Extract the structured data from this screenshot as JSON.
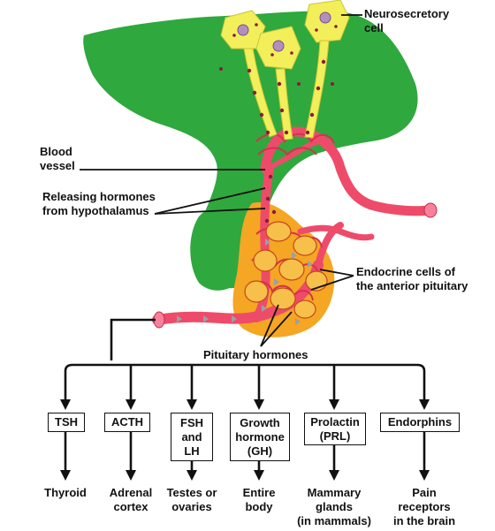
{
  "labels": {
    "neurosecretory_cell": "Neurosecretory\ncell",
    "blood_vessel": "Blood\nvessel",
    "releasing_hormones": "Releasing hormones\nfrom hypothalamus",
    "endocrine_cells": "Endocrine cells of\nthe anterior pituitary",
    "pituitary_hormones": "Pituitary hormones"
  },
  "hormones": [
    {
      "name": "TSH",
      "target": "Thyroid"
    },
    {
      "name": "ACTH",
      "target": "Adrenal\ncortex"
    },
    {
      "name": "FSH\nand\nLH",
      "target": "Testes or\novaries"
    },
    {
      "name": "Growth\nhormone\n(GH)",
      "target": "Entire\nbody"
    },
    {
      "name": "Prolactin\n(PRL)",
      "target": "Mammary\nglands\n(in mammals)"
    },
    {
      "name": "Endorphins",
      "target": "Pain\nreceptors\nin the brain"
    }
  ],
  "colors": {
    "hypothalamus": "#2eaa3c",
    "pituitary": "#f5a623",
    "blood_vessel": "#f0506e",
    "neuron": "#f2ef5a",
    "vesicle": "#8b1a3a"
  }
}
